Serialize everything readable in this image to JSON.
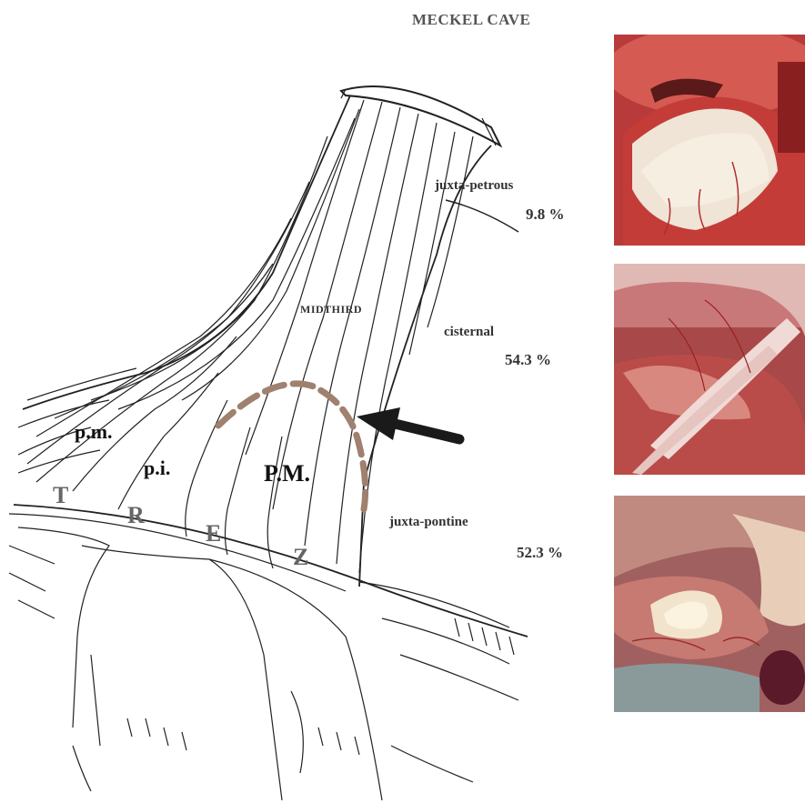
{
  "figure": {
    "title": "MECKEL CAVE",
    "segments": [
      {
        "label": "juxta-petrous",
        "percent": "9.8 %"
      },
      {
        "label": "cisternal",
        "percent": "54.3 %"
      },
      {
        "label": "juxta-pontine",
        "percent": "52.3 %"
      }
    ],
    "labels": {
      "midthird": "MIDTHIRD",
      "pm_small": "p.m.",
      "pi": "p.i.",
      "pm_big": "P.M.",
      "t": "T",
      "r": "R",
      "e": "E",
      "z": "Z"
    },
    "colors": {
      "dashed_boundary": "#a0806e",
      "arrow": "#1a1a1a",
      "photo_tissue": "#e8b0a8"
    },
    "photos": [
      "juxta-petrous-photo",
      "cisternal-photo",
      "juxta-pontine-photo"
    ]
  }
}
